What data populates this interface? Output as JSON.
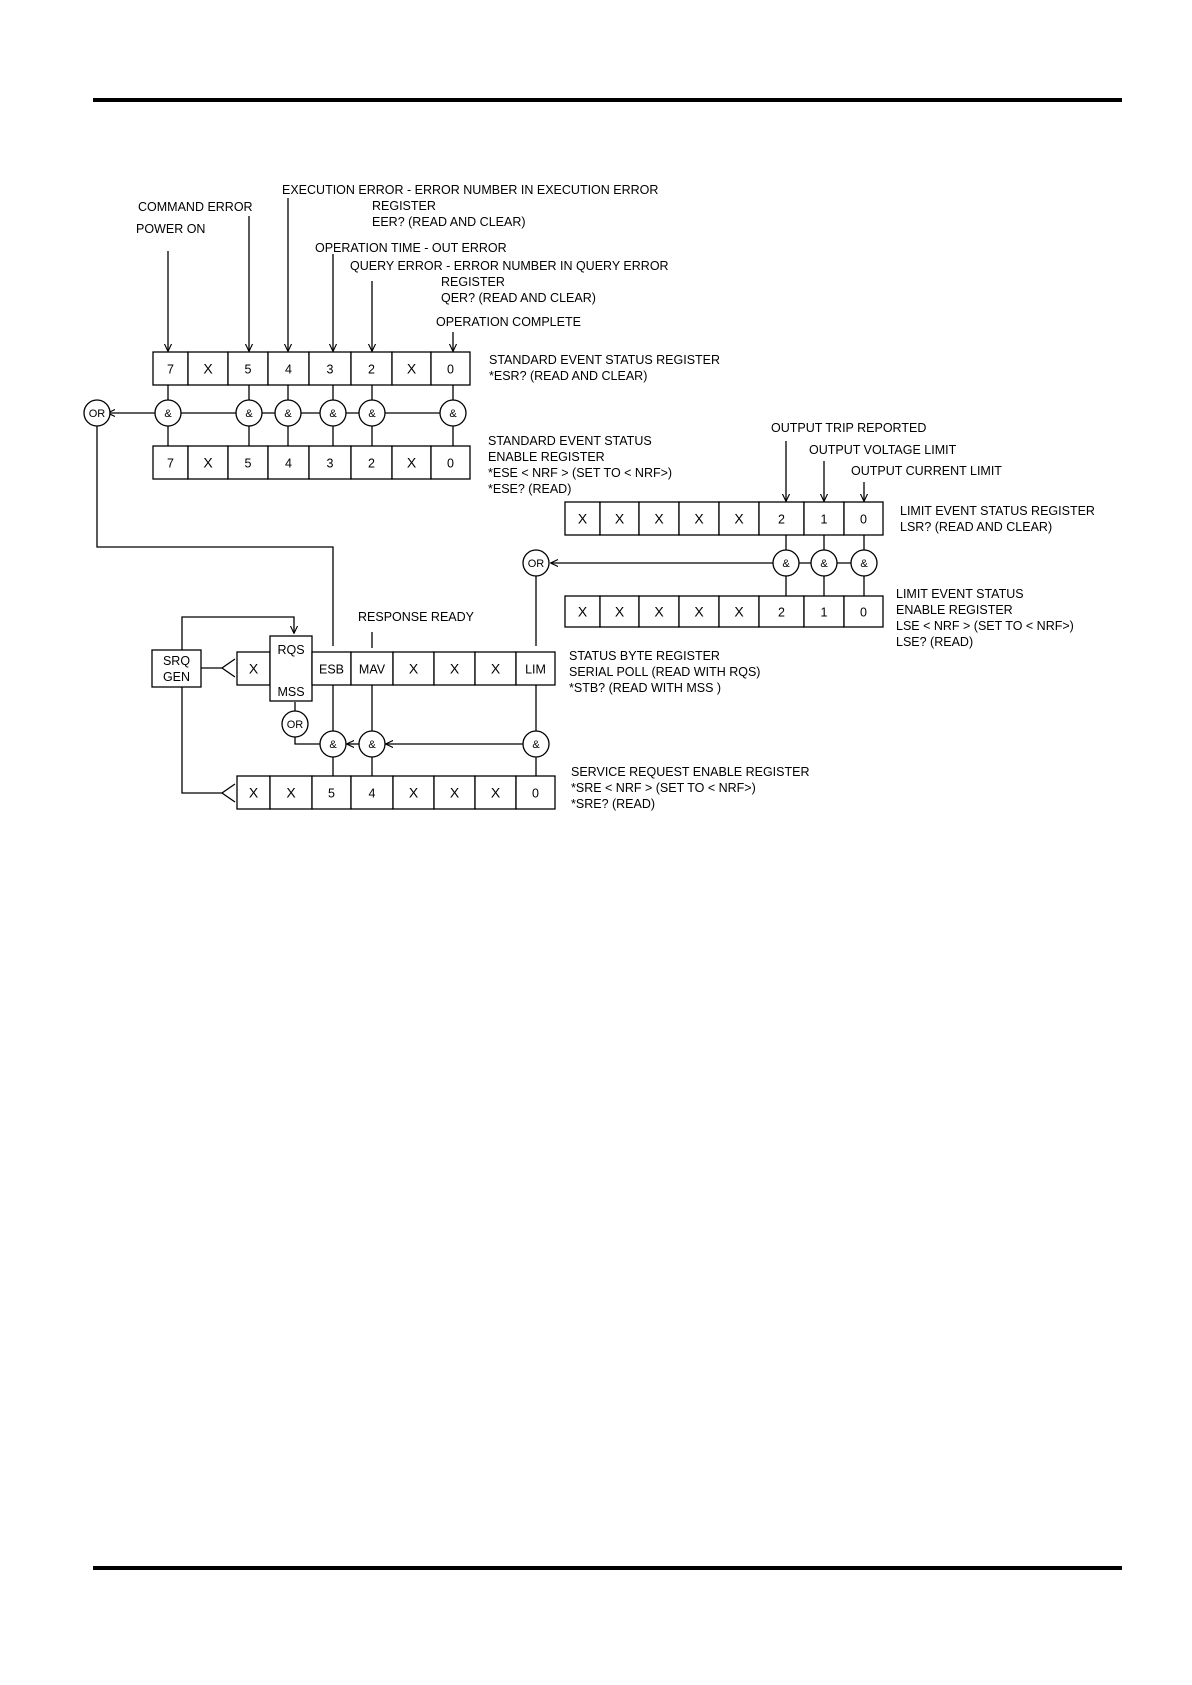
{
  "registers": {
    "ser": {
      "cells": [
        "7",
        "X",
        "5",
        "4",
        "3",
        "2",
        "X",
        "0"
      ],
      "label_lines": [
        "STANDARD EVENT STATUS REGISTER",
        "*ESR? (READ AND CLEAR)"
      ]
    },
    "sere": {
      "cells": [
        "7",
        "X",
        "5",
        "4",
        "3",
        "2",
        "X",
        "0"
      ],
      "label_lines": [
        "STANDARD EVENT STATUS",
        "ENABLE REGISTER",
        "*ESE  < NRF > (SET TO < NRF>)",
        "*ESE? (READ)"
      ]
    },
    "lsr": {
      "cells": [
        "X",
        "X",
        "X",
        "X",
        "X",
        "2",
        "1",
        "0"
      ],
      "label_lines": [
        "LIMIT EVENT STATUS REGISTER",
        "LSR? (READ AND CLEAR)"
      ]
    },
    "lse": {
      "cells": [
        "X",
        "X",
        "X",
        "X",
        "X",
        "2",
        "1",
        "0"
      ],
      "label_lines": [
        "LIMIT EVENT STATUS",
        "ENABLE REGISTER",
        "LSE  < NRF > (SET TO < NRF>)",
        "LSE? (READ)"
      ]
    },
    "stb": {
      "cells": [
        "X",
        "",
        "ESB",
        "MAV",
        "X",
        "X",
        "X",
        "LIM"
      ],
      "rqs": "RQS",
      "mss": "MSS",
      "label_lines": [
        "STATUS BYTE REGISTER",
        "SERIAL POLL (READ WITH RQS)",
        "*STB?  (READ WITH MSS )"
      ]
    },
    "sre": {
      "cells": [
        "X",
        "X",
        "5",
        "4",
        "X",
        "X",
        "X",
        "0"
      ],
      "label_lines": [
        "SERVICE REQUEST ENABLE REGISTER",
        "*SRE  < NRF > (SET TO < NRF>)",
        "*SRE? (READ)"
      ]
    }
  },
  "event_labels": {
    "command_error": "COMMAND ERROR",
    "power_on": "POWER ON",
    "execution_error": [
      "EXECUTION ERROR - ERROR NUMBER IN EXECUTION ERROR",
      "REGISTER",
      "EER? (READ AND CLEAR)"
    ],
    "operation_timeout": "OPERATION TIME - OUT ERROR",
    "query_error": [
      "QUERY ERROR - ERROR NUMBER IN QUERY ERROR",
      "REGISTER",
      "QER? (READ AND CLEAR)"
    ],
    "operation_complete": "OPERATION COMPLETE",
    "output_trip": "OUTPUT TRIP REPORTED",
    "output_voltage_limit": "OUTPUT VOLTAGE LIMIT",
    "output_current_limit": "OUTPUT CURRENT LIMIT",
    "response_ready": "RESPONSE READY"
  },
  "gates": {
    "and": "&",
    "or": "OR"
  },
  "srq_gen": [
    "SRQ",
    "GEN"
  ]
}
